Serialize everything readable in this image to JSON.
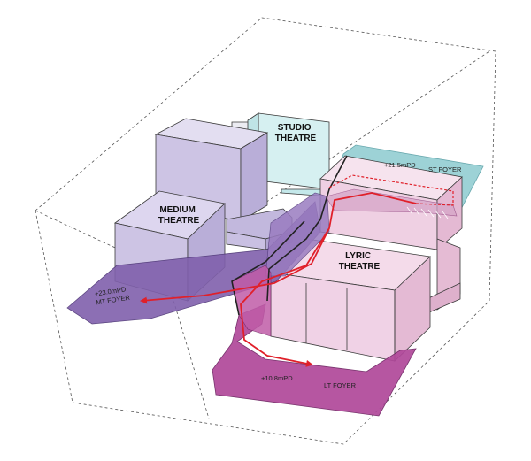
{
  "venues": {
    "studio": [
      "STUDIO",
      "THEATRE"
    ],
    "medium": [
      "MEDIUM",
      "THEATRE"
    ],
    "lyric": [
      "LYRIC",
      "THEATRE"
    ]
  },
  "foyers": {
    "st": {
      "level": "+21.5mPD",
      "name": "ST FOYER"
    },
    "mt": {
      "level": "+23.0mPD",
      "name": "MT FOYER"
    },
    "lt": {
      "level": "+10.8mPD",
      "name": "LT FOYER"
    }
  },
  "colors": {
    "medium_block": "#cdc4e4",
    "studio_block": "#d6f0f1",
    "lyric_block": "#f0d2e6",
    "st_foyer": "#8ccbd0",
    "mt_foyer": "#8060ac",
    "lt_foyer": "#b0489a",
    "route": "#e0202a"
  }
}
